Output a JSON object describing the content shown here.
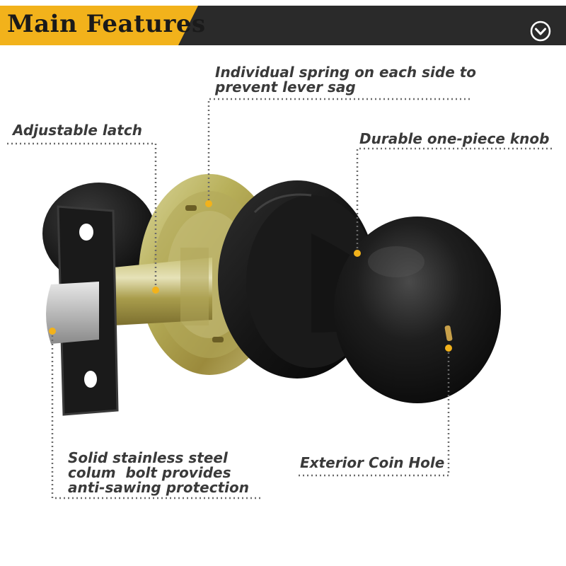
{
  "header": {
    "title": "Main Features",
    "icon": "chevron-down-circle-icon",
    "bar_color": "#2a2a2a",
    "accent_color": "#f2b21b"
  },
  "callouts": {
    "spring": [
      "Individual spring on each side to",
      "prevent lever sag"
    ],
    "latch": "Adjustable latch",
    "knob": "Durable one-piece knob",
    "bolt": [
      "Solid stainless steel",
      "colum  bolt provides",
      "anti-sawing protection"
    ],
    "coin": "Exterior Coin Hole"
  },
  "marker_color": "#f2b21b",
  "product_image": "black-door-knob-lock-photo"
}
